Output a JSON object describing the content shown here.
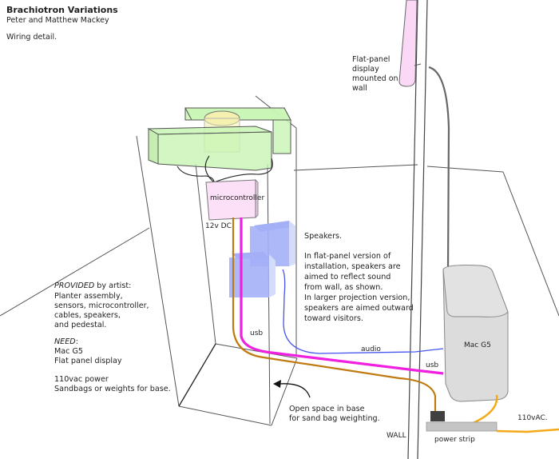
{
  "header": {
    "title": "Brachiotron Variations",
    "authors": "Peter and Matthew Mackey",
    "subtitle": "Wiring detail."
  },
  "labels": {
    "flat_panel_display": [
      "Flat-panel",
      "display",
      "mounted on",
      "wall"
    ],
    "microcontroller": "microcontroller",
    "power_12v": "12v DC.",
    "speakers_heading": "Speakers.",
    "speakers_note": [
      "In flat-panel version of",
      "installation, speakers are",
      "aimed to reflect sound",
      "from wall, as shown.",
      "In larger projection version,",
      "speakers are aimed outward",
      "toward visitors."
    ],
    "usb_left": "usb",
    "usb_right": "usb",
    "audio": "audio",
    "mac": "Mac G5",
    "open_space": [
      "Open space in base",
      "for sand bag weighting."
    ],
    "wall": "WALL",
    "power_strip": "power strip",
    "ac": "110vAC."
  },
  "provided": {
    "heading": "PROVIDED",
    "heading_suffix": " by artist:",
    "items": [
      "Planter assembly,",
      "sensors, microcontroller,",
      "cables, speakers,",
      "and pedestal."
    ]
  },
  "need": {
    "heading": "NEED",
    "heading_suffix": ":",
    "items": [
      "Mac G5",
      "Flat panel display"
    ]
  },
  "extra": [
    "110vac power",
    "Sandbags or weights for base."
  ],
  "colors": {
    "planter_green": "#c8f5b4",
    "cup_yellow": "#f3f0b0",
    "micro_pink": "#fce0f8",
    "display_pink": "#fbd9f6",
    "speaker_blue": "#a3b0f7",
    "speaker_side": "#d4dcfb",
    "usb_magenta": "#f020e0",
    "dc_brown": "#c07a10",
    "audio_blue": "#4455ee",
    "ac_orange": "#f5a818",
    "mac_gray": "#dcdcdc",
    "strip_gray": "#c4c4c4",
    "plug_dark": "#404040"
  }
}
